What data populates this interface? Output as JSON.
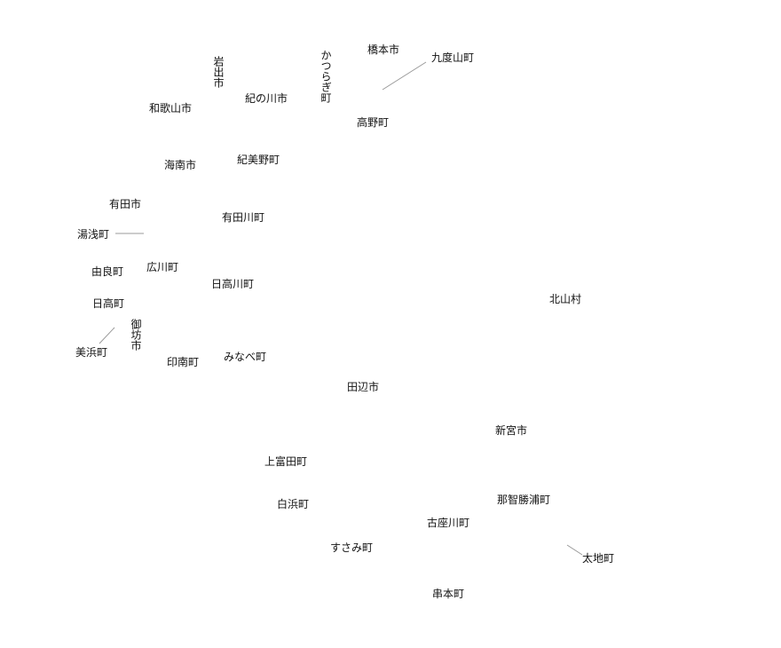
{
  "map": {
    "labels": {
      "hashimoto": "橋本市",
      "kudoyama": "九度山町",
      "katsuragi": "かつらぎ町",
      "iwade": "岩出市",
      "kinokawa": "紀の川市",
      "wakayama": "和歌山市",
      "koya": "高野町",
      "kainan": "海南市",
      "kimino": "紀美野町",
      "arida": "有田市",
      "aridagawa": "有田川町",
      "yuasa": "湯浅町",
      "hirogawa": "広川町",
      "yura": "由良町",
      "hidakagawa": "日高川町",
      "kitayama": "北山村",
      "hidaka": "日高町",
      "gobo": "御坊市",
      "mihama": "美浜町",
      "inami": "印南町",
      "minabe": "みなべ町",
      "tanabe": "田辺市",
      "shingu": "新宮市",
      "kamitonda": "上富田町",
      "nachikatsuura": "那智勝浦町",
      "shirahama": "白浜町",
      "kozagawa": "古座川町",
      "susami": "すさみ町",
      "taiji": "太地町",
      "kushimoto": "串本町"
    }
  }
}
